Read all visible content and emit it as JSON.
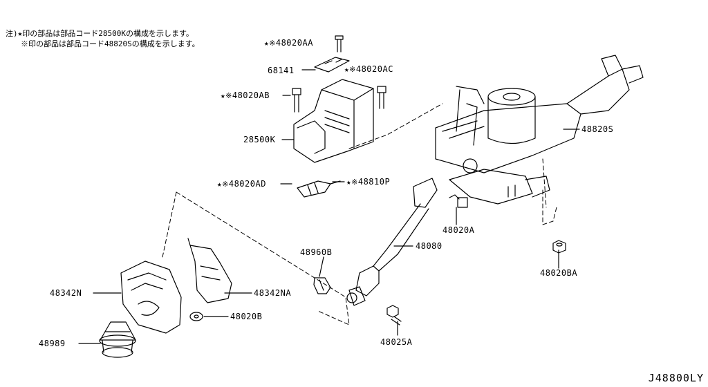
{
  "notes": {
    "line1": "注)★印の部品は部品コード28500Kの構成を示します。",
    "line2": "※印の部品は部品コード48820Sの構成を示します。"
  },
  "parts": {
    "p48020AA": {
      "marks": "★※",
      "code": "48020AA"
    },
    "p68141": {
      "marks": "",
      "code": "68141"
    },
    "p48020AC": {
      "marks": "★※",
      "code": "48020AC"
    },
    "p48020AB": {
      "marks": "★※",
      "code": "48020AB"
    },
    "p28500K": {
      "marks": "",
      "code": "28500K"
    },
    "p48820S": {
      "marks": "",
      "code": "48820S"
    },
    "p48020AD": {
      "marks": "★※",
      "code": "48020AD"
    },
    "p48810P": {
      "marks": "★※",
      "code": "48810P"
    },
    "p48020A": {
      "marks": "",
      "code": "48020A"
    },
    "p48960B": {
      "marks": "",
      "code": "48960B"
    },
    "p48080": {
      "marks": "",
      "code": "48080"
    },
    "p48020BA": {
      "marks": "",
      "code": "48020BA"
    },
    "p48342N": {
      "marks": "",
      "code": "48342N"
    },
    "p48342NA": {
      "marks": "",
      "code": "48342NA"
    },
    "p48020B": {
      "marks": "",
      "code": "48020B"
    },
    "p48989": {
      "marks": "",
      "code": "48989"
    },
    "p48025A": {
      "marks": "",
      "code": "48025A"
    }
  },
  "diagram_code": "J48800LY"
}
